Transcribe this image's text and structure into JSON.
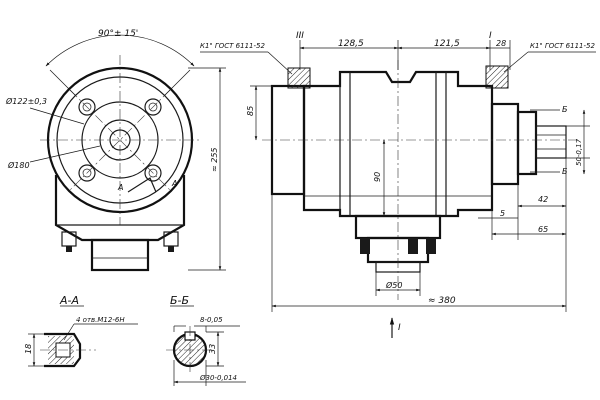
{
  "colors": {
    "ink": "#1a1a1a",
    "paper": "#ffffff"
  },
  "front_view": {
    "angle": "90°± 15'",
    "dia_outer": "Ø122±0,3",
    "dia_inner": "Ø180",
    "height": "≈ 255",
    "section_mark": "A"
  },
  "side_view": {
    "std_left": "К1\" ГОСТ 6111-52",
    "std_right": "К1\" ГОСТ 6111-52",
    "dim_left": "128,5",
    "dim_right": "121,5",
    "dim_28": "28",
    "dim_85": "85",
    "dim_90": "90",
    "dim_50": "Ø50",
    "dim_5": "5",
    "dim_42": "42",
    "dim_65": "65",
    "dim_shaft": "50-0,17",
    "total_length": "≈ 380",
    "mark_III": "III",
    "mark_I_top": "I",
    "mark_I_bottom": "I",
    "mark_B_top": "Б",
    "mark_B_bottom": "Б"
  },
  "section_aa": {
    "title": "А-А",
    "dim_18": "18",
    "thread": "4 отв.М12-6Н"
  },
  "section_bb": {
    "title": "Б-Б",
    "dim_8": "8-0,05",
    "dim_33": "33",
    "dim_30": "Ø30-0,014"
  }
}
